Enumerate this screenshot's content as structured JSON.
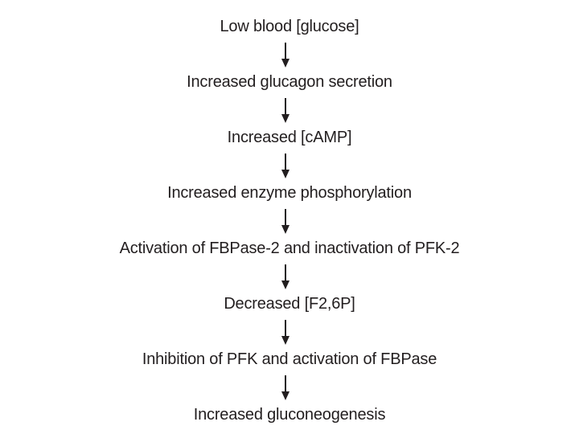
{
  "flowchart": {
    "description": "Signal cascade from low blood glucose to increased gluconeogenesis",
    "connector": "down-arrow",
    "colors": {
      "background": "#ffffff",
      "text": "#221e1f",
      "arrow": "#221e1f"
    },
    "steps": [
      {
        "label": "Low blood [glucose]"
      },
      {
        "label": "Increased glucagon secretion"
      },
      {
        "label": "Increased [cAMP]"
      },
      {
        "label": "Increased enzyme phosphorylation"
      },
      {
        "label": "Activation of FBPase-2 and inactivation of PFK-2"
      },
      {
        "label": "Decreased [F2,6P]"
      },
      {
        "label": "Inhibition of PFK and activation of FBPase"
      },
      {
        "label": "Increased gluconeogenesis"
      }
    ]
  }
}
